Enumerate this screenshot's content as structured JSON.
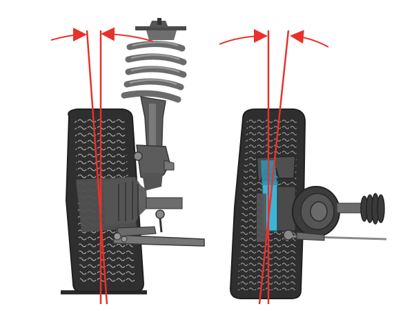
{
  "figure": {
    "panels": [
      {
        "name": "left-panel",
        "subject": "macpherson-strut-wheel-front-view"
      },
      {
        "name": "right-panel",
        "subject": "wheel-hub-with-boot-front-view"
      }
    ],
    "colors": {
      "background": "#ffffff",
      "tire_dark": "#2b2b2b",
      "tire_mid": "#3a3a3a",
      "tread_light": "#bdbdbd",
      "metal_dark": "#4a4a4a",
      "metal_mid": "#6e6e6e",
      "metal_light": "#8a8a8a",
      "highlight_blue": "#3ab7d8",
      "reference_line_red": "#e8312a"
    },
    "icons": [
      "strut-spring-icon",
      "tire-icon",
      "cv-boot-icon",
      "control-arm-icon",
      "hub-icon",
      "angle-arc-icon"
    ]
  }
}
